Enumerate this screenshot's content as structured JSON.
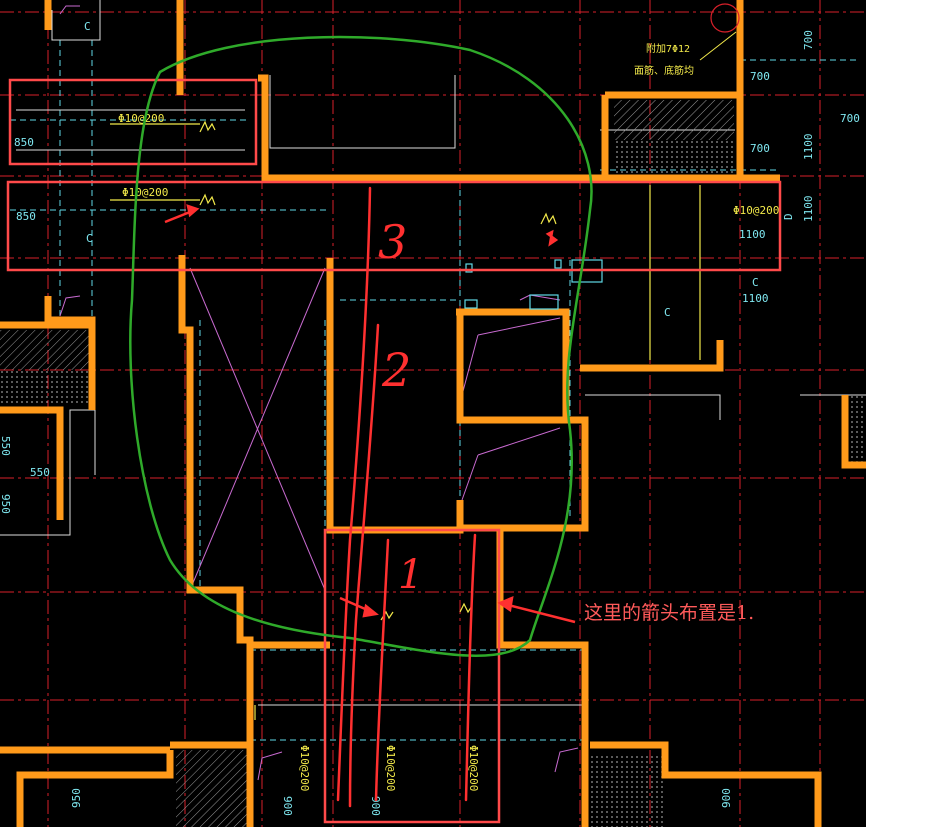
{
  "colors": {
    "background": "#000000",
    "wall": "#ff9a1a",
    "grid_red": "#d8202a",
    "dim_cyan": "#5fd8e6",
    "text_yellow": "#f2e94a",
    "markup_red": "#ff3b3b",
    "markup_green": "#2faa2a",
    "pink": "#c86ad0"
  },
  "drawing": {
    "top_note_line1": "附加7Φ12",
    "top_note_line2": "面筋、底筋均",
    "rebar_labels": [
      "Φ10@200",
      "Φ10@200",
      "Φ10@200",
      "Φ10@200",
      "Φ10@200",
      "Φ10@200"
    ],
    "dim_labels": [
      "850",
      "850",
      "700",
      "700",
      "700",
      "700",
      "1100",
      "1100",
      "1100",
      "1100",
      "550",
      "550",
      "950",
      "950",
      "900",
      "900",
      "900"
    ],
    "grid_letters": [
      "C",
      "C",
      "D",
      "C",
      "C"
    ]
  },
  "markup": {
    "numbers": [
      "3",
      "2",
      "1"
    ],
    "annotation": "这里的箭头布置是1."
  }
}
